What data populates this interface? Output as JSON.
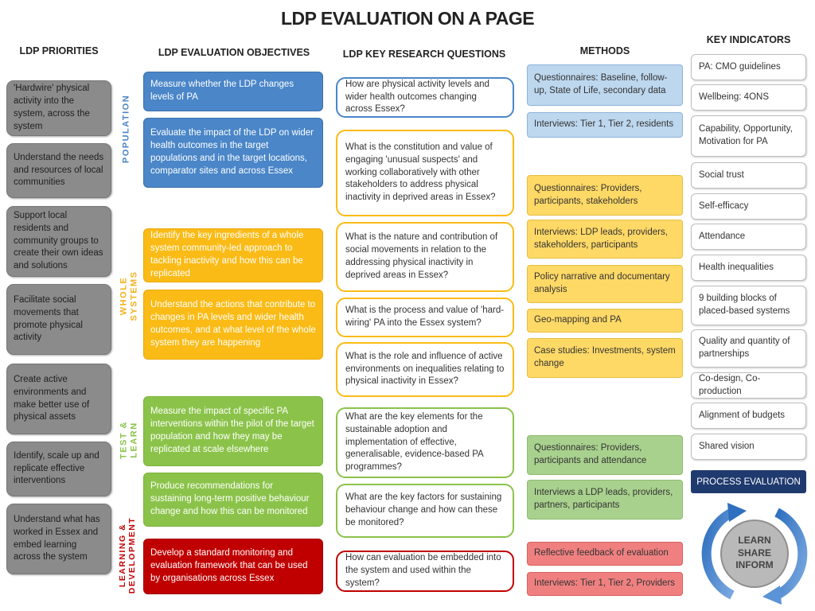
{
  "title": "LDP EVALUATION  ON A PAGE",
  "headers": {
    "priorities": "LDP PRIORITIES",
    "objectives": "LDP EVALUATION  OBJECTIVES",
    "questions": "LDP KEY RESEARCH  QUESTIONS",
    "methods": "METHODS",
    "indicators": "KEY INDICATORS"
  },
  "priorities": [
    "'Hardwire' physical activity into the system, across the system",
    "Understand the needs and resources of local communities",
    "Support local residents and community groups to create their own ideas and solutions",
    "Facilitate social movements that promote physical activity",
    "Create active environments and make better use of physical assets",
    "Identify, scale up and replicate effective interventions",
    "Understand what has worked in Essex and embed learning across the system"
  ],
  "themes": [
    {
      "label": "POPULATION",
      "color": "#4a86c8"
    },
    {
      "label": "WHOLE SYSTEMS",
      "color": "#f4b120"
    },
    {
      "label": "TEST & LEARN",
      "color": "#8bc34a"
    },
    {
      "label": "LEARNING & DEVELOPMENT",
      "color": "#c00000"
    }
  ],
  "objectives": [
    "Measure whether the LDP changes levels of PA",
    "Evaluate the impact of the  LDP on wider health outcomes in the target populations and in the target locations, comparator sites and across Essex",
    "Identify the key ingredients of a whole system community-led approach to tackling inactivity and how this can be replicated",
    "Understand the actions that contribute to changes in PA levels and wider health outcomes, and at what  level of the whole system they are happening",
    "Measure  the impact of specific PA interventions within the pilot of the target population and how  they may be replicated at scale elsewhere",
    "Produce recommendations for sustaining long-term positive behaviour change and how this can be monitored",
    "Develop a standard monitoring and evaluation framework that can be used by organisations across Essex"
  ],
  "questions": [
    "How are physical activity levels and wider health outcomes changing across Essex?",
    "What is the constitution  and value of engaging 'unusual suspects' and working collaboratively with other stakeholders to address physical inactivity in deprived areas in Essex?",
    "What is the nature and contribution of social movements in relation to the addressing physical inactivity in deprived areas in Essex?",
    "What is the process and  value of 'hard-wiring'  PA into the Essex system?",
    "What is the role and influence of active environments on inequalities relating to physical inactivity in Essex?",
    "What are the key elements for the sustainable adoption and implementation of effective, generalisable, evidence-based PA programmes?",
    "What are the key factors for sustaining behaviour change and how can these be monitored?",
    "How can evaluation be embedded into the system and used within the system?"
  ],
  "methods": [
    "Questionnaires: Baseline, follow-up, State of Life, secondary data",
    "Interviews: Tier 1, Tier 2, residents",
    "Questionnaires: Providers, participants, stakeholders",
    "Interviews: LDP leads, providers, stakeholders, participants",
    "Policy narrative and documentary analysis",
    "Geo-mapping  and PA",
    "Case studies: Investments, system change",
    "Questionnaires: Providers, participants and attendance",
    "Interviews a LDP leads, providers, partners, participants",
    "Reflective feedback of evaluation",
    "Interviews: Tier 1, Tier 2, Providers"
  ],
  "indicators": [
    "PA: CMO guidelines",
    "Wellbeing: 4ONS",
    "Capability, Opportunity, Motivation for PA",
    "Social trust",
    "Self-efficacy",
    "Attendance",
    "Health inequalities",
    "9 building blocks of placed-based systems",
    "Quality and quantity of partnerships",
    "Co-design, Co-production",
    "Alignment of budgets",
    "Shared vision"
  ],
  "process_evaluation": "PROCESS EVALUATION",
  "cycle": [
    "LEARN",
    "SHARE",
    "INFORM"
  ]
}
